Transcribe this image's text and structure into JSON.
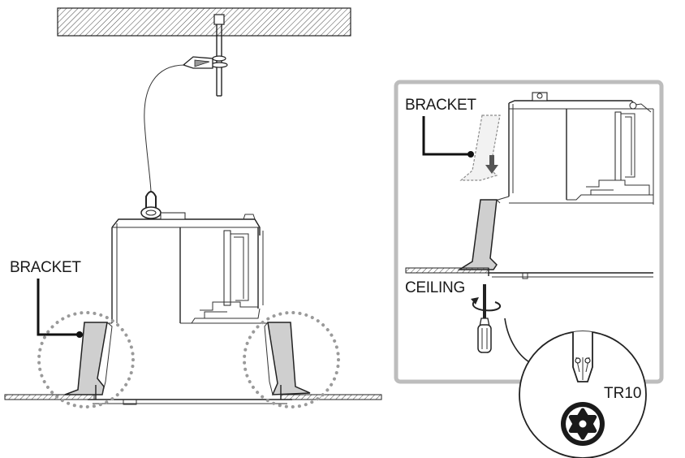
{
  "labels": {
    "bracket_main": "BRACKET",
    "bracket_detail": "BRACKET",
    "ceiling": "CEILING",
    "torx": "TR10"
  },
  "colors": {
    "line": "#222222",
    "bracket_fill": "#cfcfcf",
    "highlight_dots": "#9a9a9a",
    "detail_frame": "#bdbdbd",
    "arrow": "#555555"
  },
  "icons": {
    "screwdriver": "screwdriver-icon",
    "rotate": "rotate-arrow-icon",
    "torx": "torx-star-icon",
    "down_arrow": "down-arrow-icon"
  }
}
